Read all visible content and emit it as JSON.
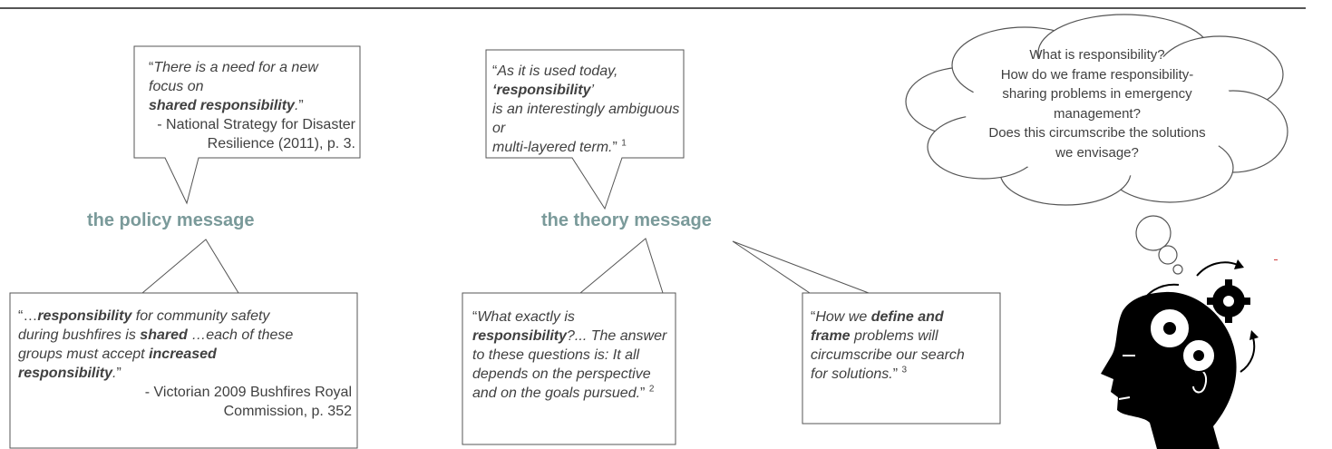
{
  "policy": {
    "heading": "the policy message",
    "quote1": {
      "l1_open": "“",
      "l1_text": "There is a need for a new focus on",
      "l2_bold": "shared responsibility",
      "l2_text": ".",
      "l2_close": "”",
      "src1": "- National Strategy for Disaster",
      "src2": "Resilience (2011), p. 3."
    },
    "quote2": {
      "l1_open": "“…",
      "l1_bold": "responsibility",
      "l1_text": " for community safety",
      "l2_text": "during bushfires is ",
      "l2_bold": "shared",
      "l2_text2": " …each of these",
      "l3_text": "groups must accept ",
      "l3_bold": "increased",
      "l4_bold": "responsibility",
      "l4_text": ".",
      "l4_close": "”",
      "src1": "- Victorian 2009 Bushfires Royal",
      "src2": "Commission, p. 352"
    }
  },
  "theory": {
    "heading": "the theory message",
    "quote1": {
      "l1_open": "“",
      "l1_text": "As it is used today, ",
      "l1_bold": "‘responsibility",
      "l1_text2": "’",
      "l2_text": "is an interestingly ambiguous or",
      "l3_text": "multi-layered term.",
      "l3_close": "”",
      "ref": "1"
    },
    "quote2": {
      "l1_open": "“",
      "l1_text": "What exactly is",
      "l2_bold": "responsibility",
      "l2_text": "?... The answer",
      "l3_text": "to these questions is: It all",
      "l4_text": "depends on the perspective",
      "l5_text": "and on the goals pursued.",
      "l5_close": "”",
      "ref": "2"
    },
    "quote3": {
      "l1_open": "“",
      "l1_text": "How we ",
      "l1_bold": "define and",
      "l2_bold": "frame",
      "l2_text": " problems will",
      "l3_text": "circumscribe our search",
      "l4_text": "for solutions.",
      "l4_close": "”",
      "ref": "3"
    }
  },
  "thought": {
    "lines": [
      "What is responsibility?",
      "How do we frame responsibility-",
      "sharing problems in emergency",
      "management?",
      "Does this circumscribe the solutions",
      "we envisage?"
    ]
  },
  "colors": {
    "heading": "#7a9a9a",
    "text": "#404040",
    "border": "#555555"
  },
  "icons": {
    "thinking_head": "head-with-gears-icon"
  }
}
